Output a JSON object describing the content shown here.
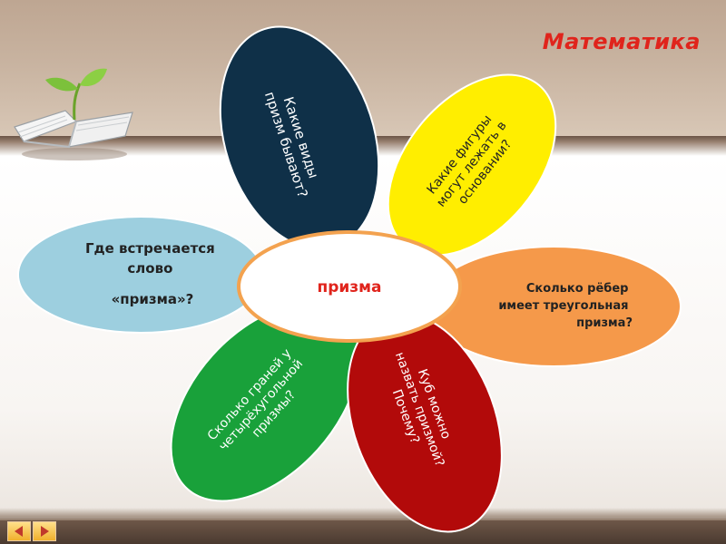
{
  "header": {
    "subject_title": "Математика"
  },
  "center": {
    "label": "призма"
  },
  "petals": {
    "left": {
      "lines": [
        "Где встречается",
        "слово",
        "«призма»?"
      ]
    },
    "top_left": {
      "lines": [
        "Какие виды",
        "призм бывают?"
      ]
    },
    "top_right": {
      "lines": [
        "Какие фигуры",
        "могут лежать в",
        "основании?"
      ]
    },
    "right": {
      "lines": [
        "Сколько рёбер",
        "имеет треугольная",
        "призма?"
      ]
    },
    "bottom_right": {
      "lines": [
        "Куб можно",
        "назвать призмой?",
        "Почему?"
      ]
    },
    "bottom_left": {
      "lines": [
        "Сколько граней у",
        "четырёхугольной",
        "призмы?"
      ]
    }
  },
  "colors": {
    "accent_title": "#e0241c",
    "petal_left": "#9dcfdf",
    "petal_top_left": "#0f3048",
    "petal_top_right": "#ffee00",
    "petal_right": "#f5994a",
    "petal_bottom_right": "#b20a0a",
    "petal_bottom_left": "#19a13a",
    "center_border": "#f3a24f"
  },
  "icons": {
    "logo": "open-book-sprout-icon",
    "prev": "arrow-left-icon",
    "next": "arrow-right-icon"
  }
}
